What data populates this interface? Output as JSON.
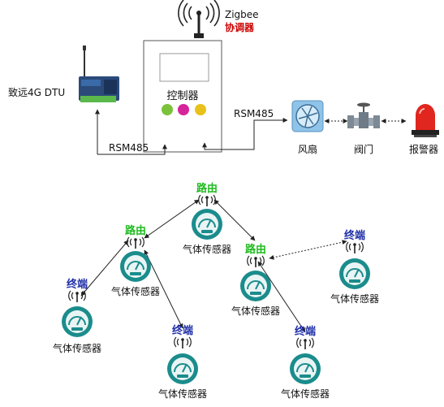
{
  "top": {
    "zigbee_label": "Zigbee",
    "coordinator_label": "协调器",
    "dtu_label": "致远4G DTU",
    "controller_label": "控制器",
    "rsm_left": "RSM485",
    "rsm_right": "RSM485",
    "fan_label": "风扇",
    "valve_label": "阀门",
    "alarm_label": "报警器"
  },
  "mesh": {
    "router_label": "路由",
    "end_label": "终端",
    "sensor_label": "气体传感器"
  },
  "colors": {
    "router_green": "#1dbb1d",
    "end_blue": "#1f2fa8",
    "coordinator_red": "#cc0000",
    "sensor_teal": "#1b8c8c",
    "led_green": "#7ac23a",
    "led_magenta": "#d6249a",
    "led_yellow": "#e8c21a"
  },
  "icons": {
    "antenna": "antenna-icon",
    "sensor": "gas-sensor-icon",
    "fan": "fan-icon",
    "valve": "valve-icon",
    "alarm": "alarm-light-icon"
  }
}
